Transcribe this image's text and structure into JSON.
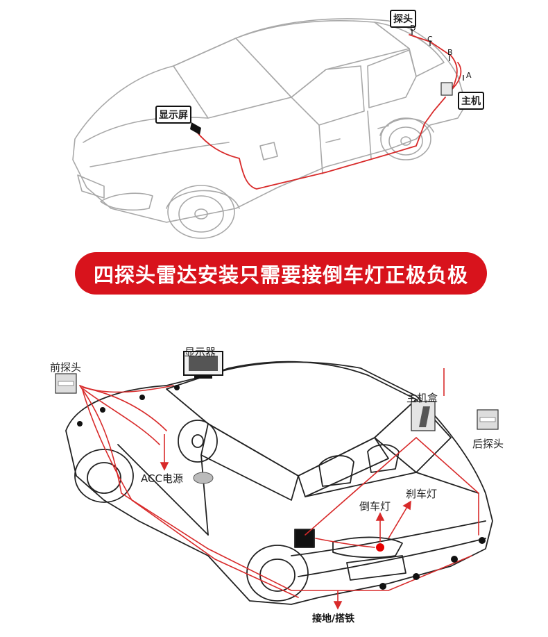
{
  "top": {
    "label_probe": "探头",
    "label_host": "主机",
    "label_display": "显示屏",
    "point_a": "A",
    "point_b": "B",
    "point_c": "C",
    "point_d": "D"
  },
  "banner": {
    "text": "四探头雷达安装只需要接倒车灯正极负极"
  },
  "bottom": {
    "front_probe": "前探头",
    "display": "显示器",
    "host_box": "主机盒",
    "rear_probe": "后探头",
    "acc_power": "ACC电源",
    "reverse_light": "倒车灯",
    "brake_light": "刹车灯",
    "ground": "接地/搭铁"
  },
  "colors": {
    "banner_red": "#d8131c",
    "wire_red": "#d82a2a",
    "car_line": "#9a9a9a"
  }
}
